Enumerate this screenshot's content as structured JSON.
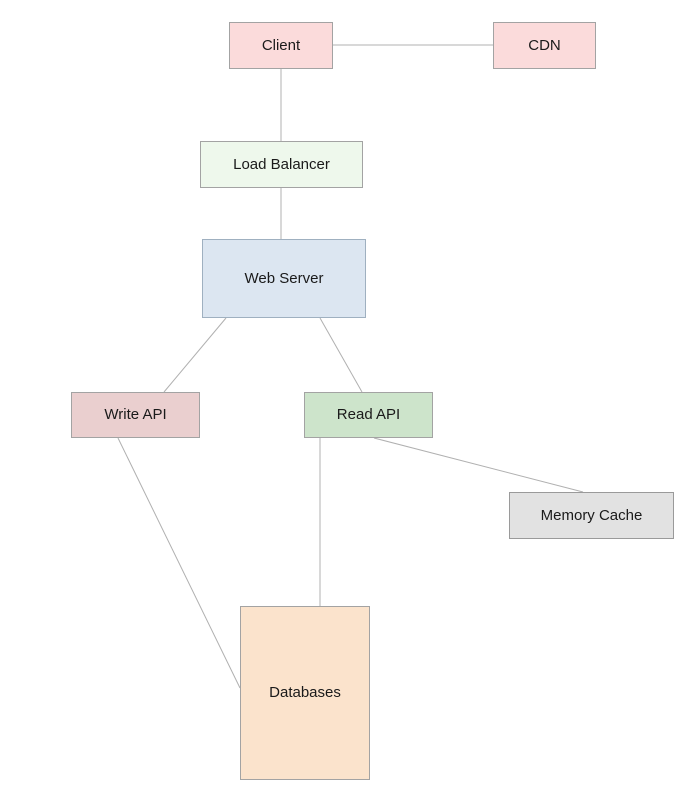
{
  "diagram": {
    "type": "system-architecture",
    "edge_color": "#b0b0b0",
    "nodes": {
      "client": {
        "label": "Client",
        "fill": "#fbdbdb",
        "border": "#a3a3a3"
      },
      "cdn": {
        "label": "CDN",
        "fill": "#fbdbdb",
        "border": "#a3a3a3"
      },
      "load_balancer": {
        "label": "Load Balancer",
        "fill": "#eef8ec",
        "border": "#a3a3a3"
      },
      "web_server": {
        "label": "Web Server",
        "fill": "#dce6f1",
        "border": "#9fb0c0"
      },
      "write_api": {
        "label": "Write API",
        "fill": "#eacfcf",
        "border": "#a3a3a3"
      },
      "read_api": {
        "label": "Read API",
        "fill": "#cde4cb",
        "border": "#a3a3a3"
      },
      "memory_cache": {
        "label": "Memory Cache",
        "fill": "#e2e2e2",
        "border": "#9a9a9a"
      },
      "databases": {
        "label": "Databases",
        "fill": "#fbe3cc",
        "border": "#a3a3a3"
      }
    },
    "edges": [
      {
        "from": "client",
        "to": "cdn"
      },
      {
        "from": "client",
        "to": "load_balancer"
      },
      {
        "from": "load_balancer",
        "to": "web_server"
      },
      {
        "from": "web_server",
        "to": "write_api"
      },
      {
        "from": "web_server",
        "to": "read_api"
      },
      {
        "from": "write_api",
        "to": "databases"
      },
      {
        "from": "read_api",
        "to": "databases"
      },
      {
        "from": "read_api",
        "to": "memory_cache"
      }
    ]
  }
}
